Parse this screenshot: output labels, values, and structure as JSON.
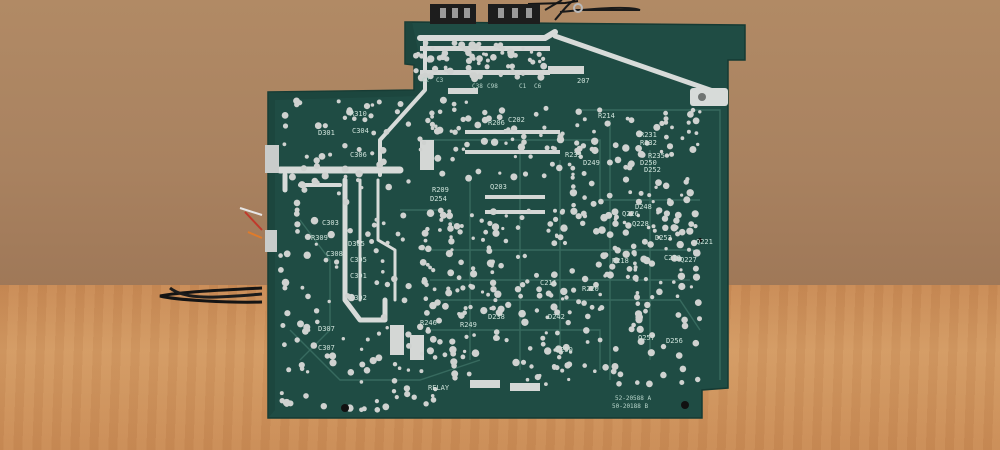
{
  "scene": {
    "colors": {
      "wall": "#a98260",
      "table": "#cd9360",
      "board": "#1e4b43",
      "board_dark": "#173c35",
      "solder": "#cfd2d0",
      "trace": "#d9dcdb",
      "cable": "#1a1a1a"
    }
  },
  "board": {
    "part_number_1": "52-20588 A",
    "part_number_2": "50-20188 B",
    "labels": {
      "relay": "RELAY",
      "r310": "R310",
      "d301": "D301",
      "c304": "C304",
      "c306": "C306",
      "c303": "C303",
      "r309": "R309",
      "c308": "C308",
      "d305": "D305",
      "c305": "C305",
      "c301": "C301",
      "c302": "C302",
      "c307": "C307",
      "d307": "D307",
      "r206": "R206",
      "c202": "C202",
      "q203": "Q203",
      "r209": "R209",
      "d254": "D254",
      "r214": "R214",
      "r231": "R231",
      "r232": "R232",
      "r233": "R233",
      "r235": "R235",
      "d249": "D249",
      "d250": "D250",
      "d252": "D252",
      "d248": "D248",
      "q226": "Q226",
      "q228": "Q228",
      "d253": "D253",
      "q221": "Q221",
      "q227": "Q227",
      "r218": "R218",
      "r220": "R220",
      "c210": "C210",
      "r246": "R246",
      "c211": "C211",
      "d238": "D238",
      "r249": "R249",
      "d242": "D242",
      "c250": "C250",
      "d256": "D256",
      "q257": "Q257",
      "l1": "207",
      "c98": "C98",
      "c38": "C38",
      "c1": "C1",
      "c6": "C6",
      "c2": "C2",
      "c3": "C3"
    }
  }
}
